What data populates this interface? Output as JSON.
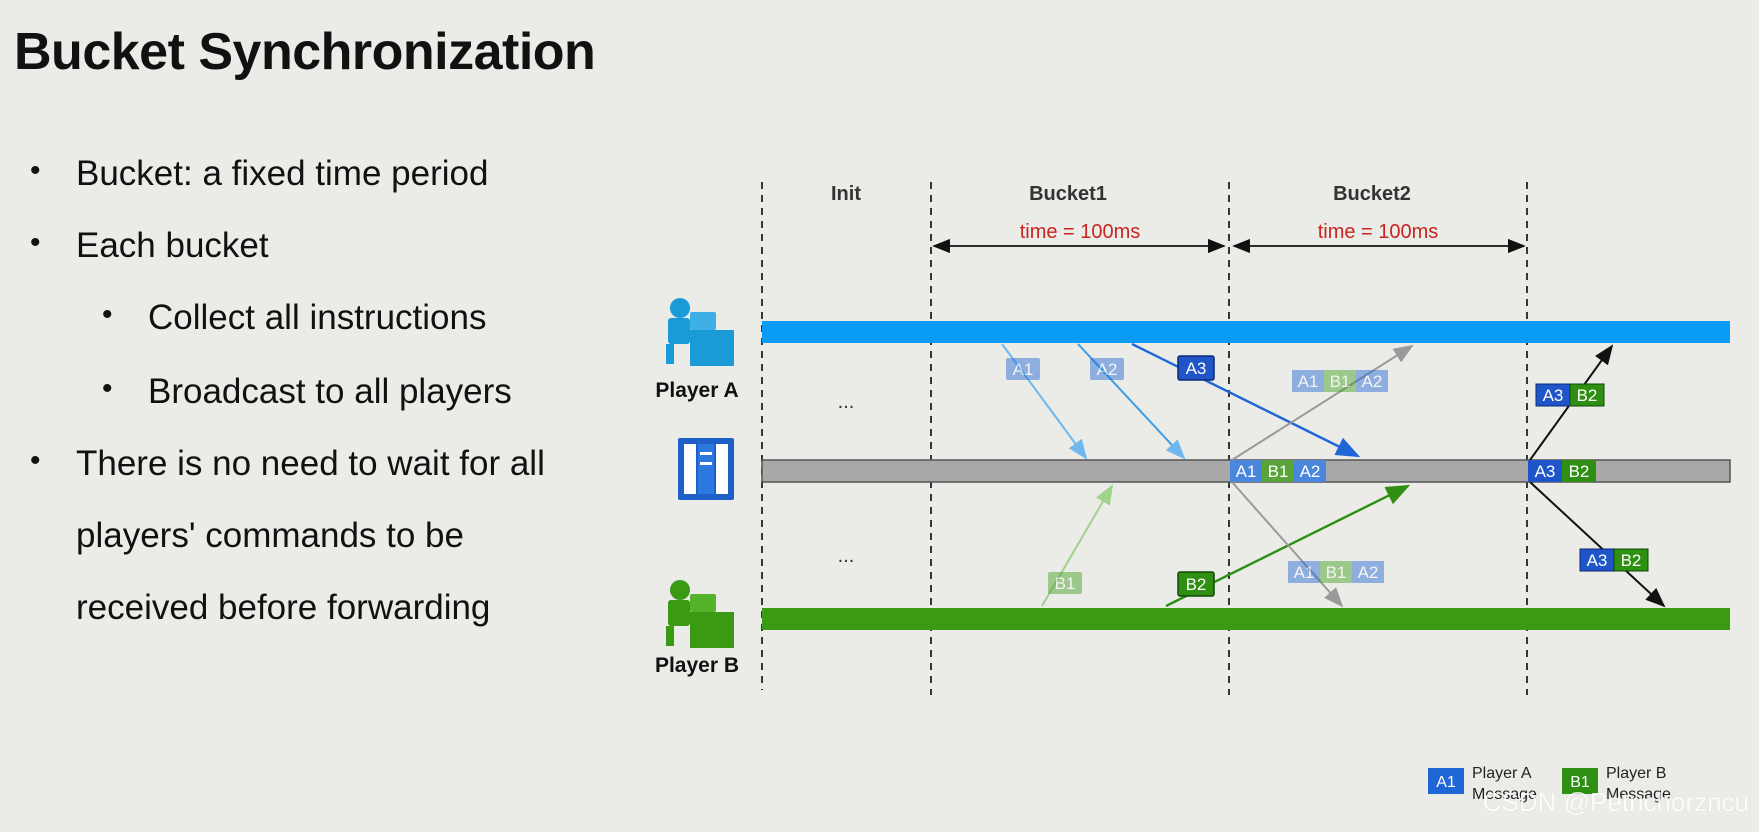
{
  "title": "Bucket Synchronization",
  "bullets": [
    {
      "text": "Bucket: a fixed time period",
      "level": 1
    },
    {
      "text": "Each bucket",
      "level": 1
    },
    {
      "text": "Collect all instructions",
      "level": 2
    },
    {
      "text": "Broadcast to all players",
      "level": 2
    },
    {
      "text": "There is no need to wait for all",
      "level": 1
    },
    {
      "text": "players' commands to be",
      "level": 0
    },
    {
      "text": "received before forwarding",
      "level": 0
    }
  ],
  "diagram": {
    "phases": [
      "Init",
      "Bucket1",
      "Bucket2"
    ],
    "durations": [
      "time = 100ms",
      "time = 100ms"
    ],
    "actors": {
      "player_a": "Player A",
      "player_b": "Player B"
    },
    "ellipsis": "...",
    "msg_a1": "A1",
    "msg_a2": "A2",
    "msg_a3": "A3",
    "msg_b1": "B1",
    "msg_b2": "B2",
    "legend": {
      "a_tag": "A1",
      "a_label_1": "Player A",
      "a_label_2": "Message",
      "b_tag": "B1",
      "b_label_1": "Player B",
      "b_label_2": "Message"
    }
  },
  "colors": {
    "player_a": "#0a9cf5",
    "player_b": "#3a9a14",
    "server": "#a8a8a8",
    "tag_a": "#1f66d6",
    "tag_b": "#3d9e1c",
    "duration_text": "#c8261e"
  },
  "icons": [
    "player-a-icon",
    "server-icon",
    "player-b-icon"
  ],
  "watermark": "CSDN @Petrichorzncu"
}
